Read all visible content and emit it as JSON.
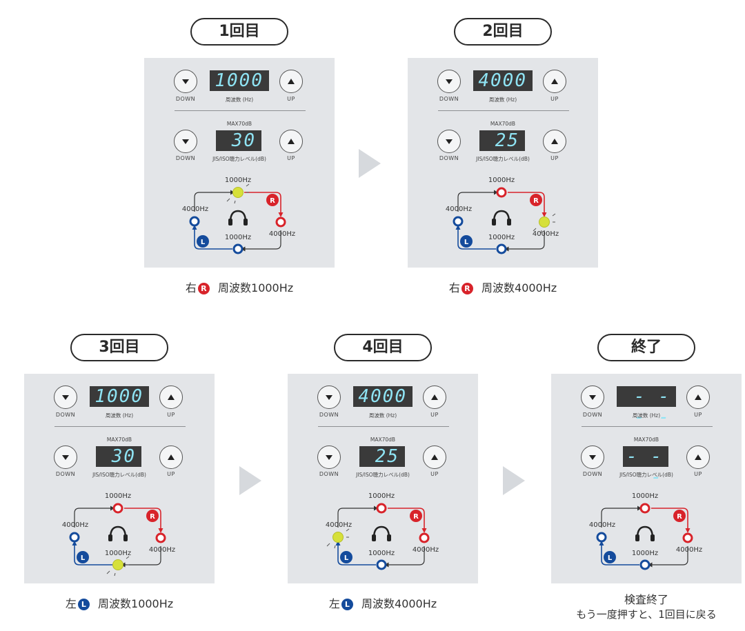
{
  "colors": {
    "red": "#d8232a",
    "blue": "#144b9c",
    "yellow": "#d6e03a",
    "panel": "#e3e5e8",
    "display_text": "#8fe4f4"
  },
  "common": {
    "down": "DOWN",
    "up": "UP",
    "freq_label": "周波数 (Hz)",
    "max_label": "MAX70dB",
    "level_label": "JIS/ISO聴力レベル(dB)",
    "hz1000": "1000Hz",
    "hz4000": "4000Hz",
    "r": "R",
    "l": "L"
  },
  "steps": [
    {
      "title": "1回目",
      "freq": "1000",
      "level": "30",
      "active": "top",
      "caption_pre": "右",
      "caption_side": "R",
      "caption_post": "周波数1000Hz",
      "caption2": ""
    },
    {
      "title": "2回目",
      "freq": "4000",
      "level": "25",
      "active": "right",
      "caption_pre": "右",
      "caption_side": "R",
      "caption_post": "周波数4000Hz",
      "caption2": ""
    },
    {
      "title": "3回目",
      "freq": "1000",
      "level": "30",
      "active": "bottom",
      "caption_pre": "左",
      "caption_side": "L",
      "caption_post": "周波数1000Hz",
      "caption2": ""
    },
    {
      "title": "4回目",
      "freq": "4000",
      "level": "25",
      "active": "left",
      "caption_pre": "左",
      "caption_side": "L",
      "caption_post": "周波数4000Hz",
      "caption2": ""
    },
    {
      "title": "終了",
      "freq": "- - - -",
      "level": "- - -",
      "active": "none",
      "caption_pre": "検査終了",
      "caption_side": "",
      "caption_post": "",
      "caption2": "もう一度押すと、1回目に戻る"
    }
  ],
  "icons": [
    "triangle-down-icon",
    "triangle-up-icon",
    "headphones-icon",
    "next-arrow-icon"
  ]
}
